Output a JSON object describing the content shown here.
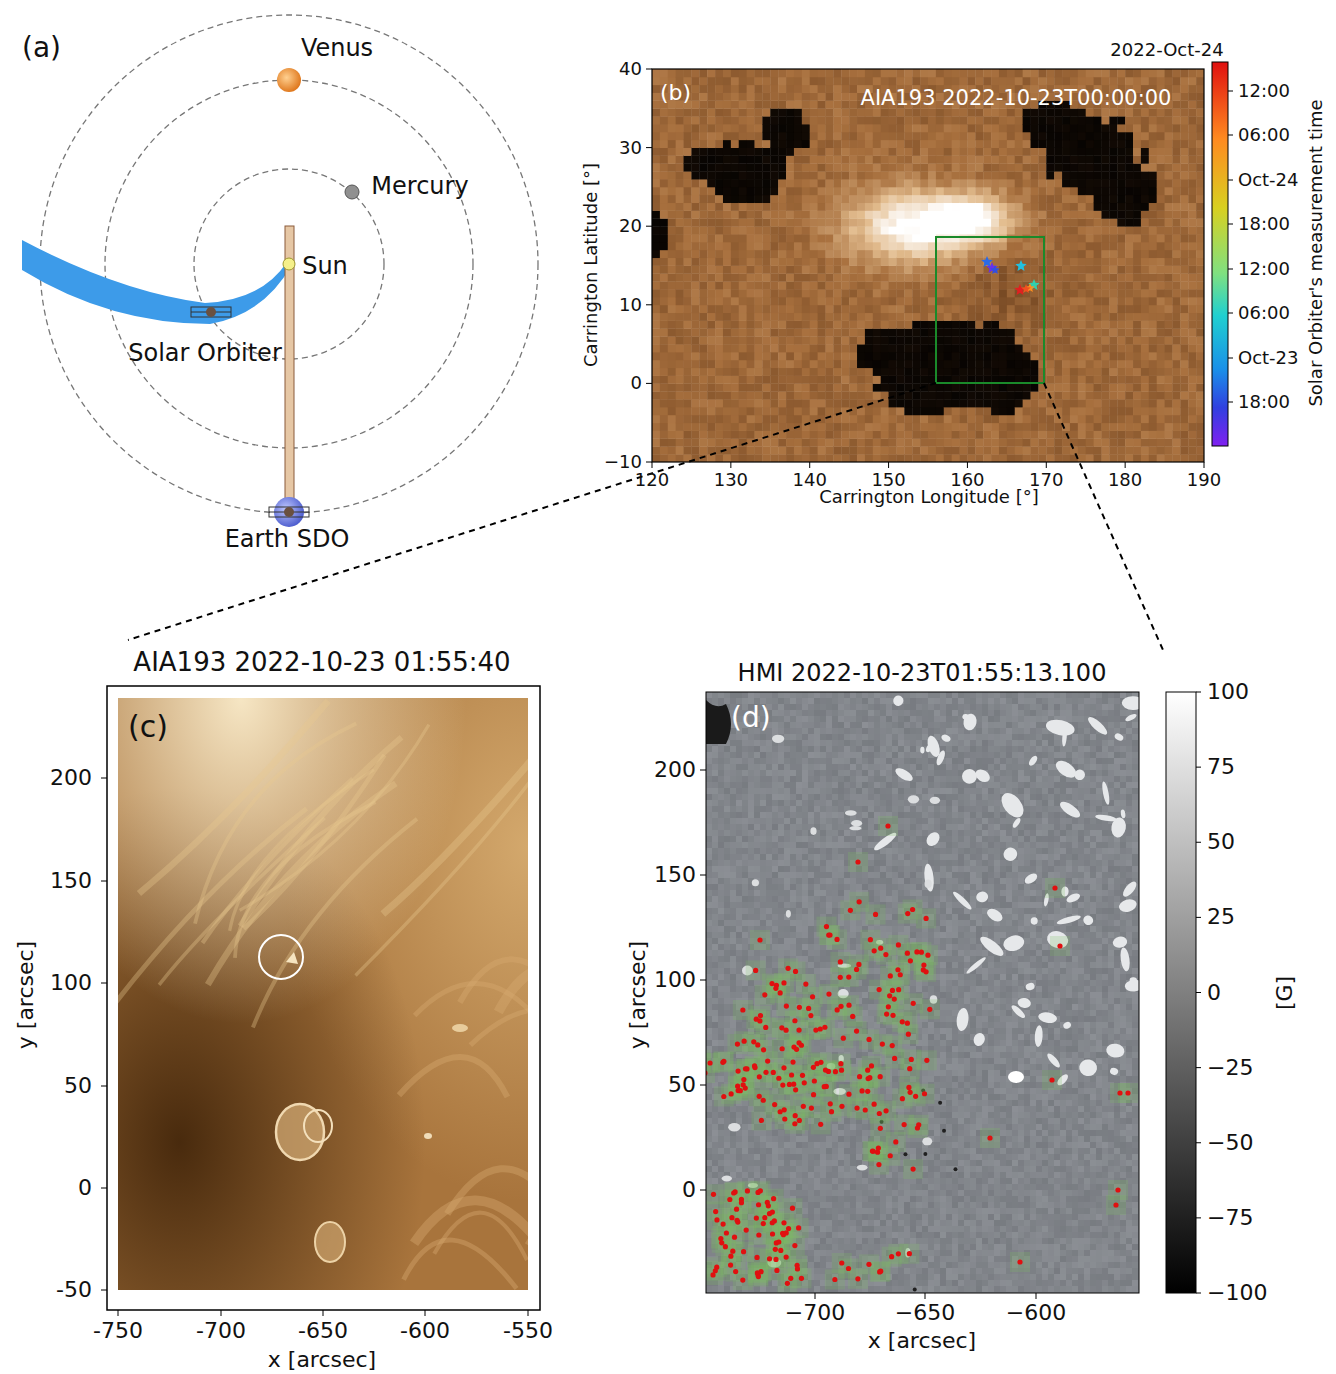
{
  "diagram": {
    "labels": [
      "(a)",
      "Venus",
      "Mercury",
      "Sun",
      "Solar Orbiter",
      "Earth SDO",
      "(b)",
      "AIA193 2022-10-23T00:00:00",
      "2022-Oct-24",
      "40",
      "30",
      "20",
      "10",
      "0",
      "−10",
      "120",
      "130",
      "140",
      "150",
      "160",
      "170",
      "180",
      "190",
      "Carrington Latitude [°]",
      "Carrington Longitude [°]",
      "12:00",
      "06:00",
      "Oct-24",
      "18:00",
      "12:00",
      "06:00",
      "Oct-23",
      "18:00",
      "Solar Orbiter's measurement time",
      "AIA193 2022-10-23 01:55:40",
      "(c)",
      "200",
      "150",
      "100",
      "50",
      "0",
      "-50",
      "y [arcsec]",
      "-750",
      "-700",
      "-650",
      "-600",
      "-550",
      "x [arcsec]",
      "HMI 2022-10-23T01:55:13.100",
      "(d)",
      "200",
      "150",
      "100",
      "50",
      "0",
      "y [arcsec]",
      "−700",
      "−650",
      "−600",
      "x [arcsec]",
      "100",
      "75",
      "50",
      "25",
      "0",
      "−25",
      "−50",
      "−75",
      "−100",
      "[G]"
    ]
  }
}
